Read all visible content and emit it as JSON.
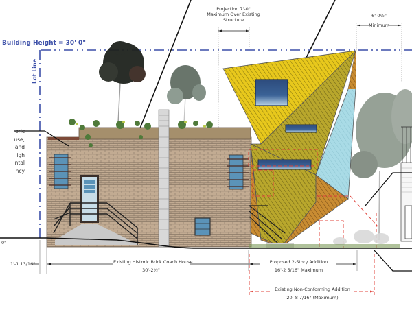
{
  "drawing": {
    "type": "architectural-elevation",
    "building_height_label": "Building Height = 30' 0\"",
    "lot_line_label": "Lot Line",
    "ground_level_label": "0\"",
    "left_callout_lines": [
      "oric",
      "use,",
      "and",
      "igh",
      "ntal",
      "ncy"
    ],
    "projection_note": {
      "line1": "Projection 7'-0\"",
      "line2": "Maximum Over Existing",
      "line3": "Structure"
    },
    "setback_note": {
      "value": "6'-0½\"",
      "label": "Minimum"
    },
    "dimensions": {
      "left_offset": "1'-1 13/16\"",
      "coach_house_label": "Existing Historic Brick Coach House",
      "coach_house_value": "30'-2½\"",
      "addition_label": "Proposed 2-Story Addition",
      "addition_value": "16'-2 5/16\" Maximum",
      "nonconforming_label": "Existing Non-Conforming Addition",
      "nonconforming_value": "20'-8 7/16\" (Maximum)"
    },
    "colors": {
      "datum_blue": "#3c4fa8",
      "brick": "#c2ab92",
      "brick_mortar": "#8c7a68",
      "window_blue": "#5b93b8",
      "addition_yellow": "#e2c21f",
      "addition_olive": "#b5a42c",
      "addition_orange": "#c6882e",
      "glass_cyan": "#a9dbe6",
      "red_dashed": "#e0443c",
      "roof_planter": "#a58f6c"
    }
  }
}
